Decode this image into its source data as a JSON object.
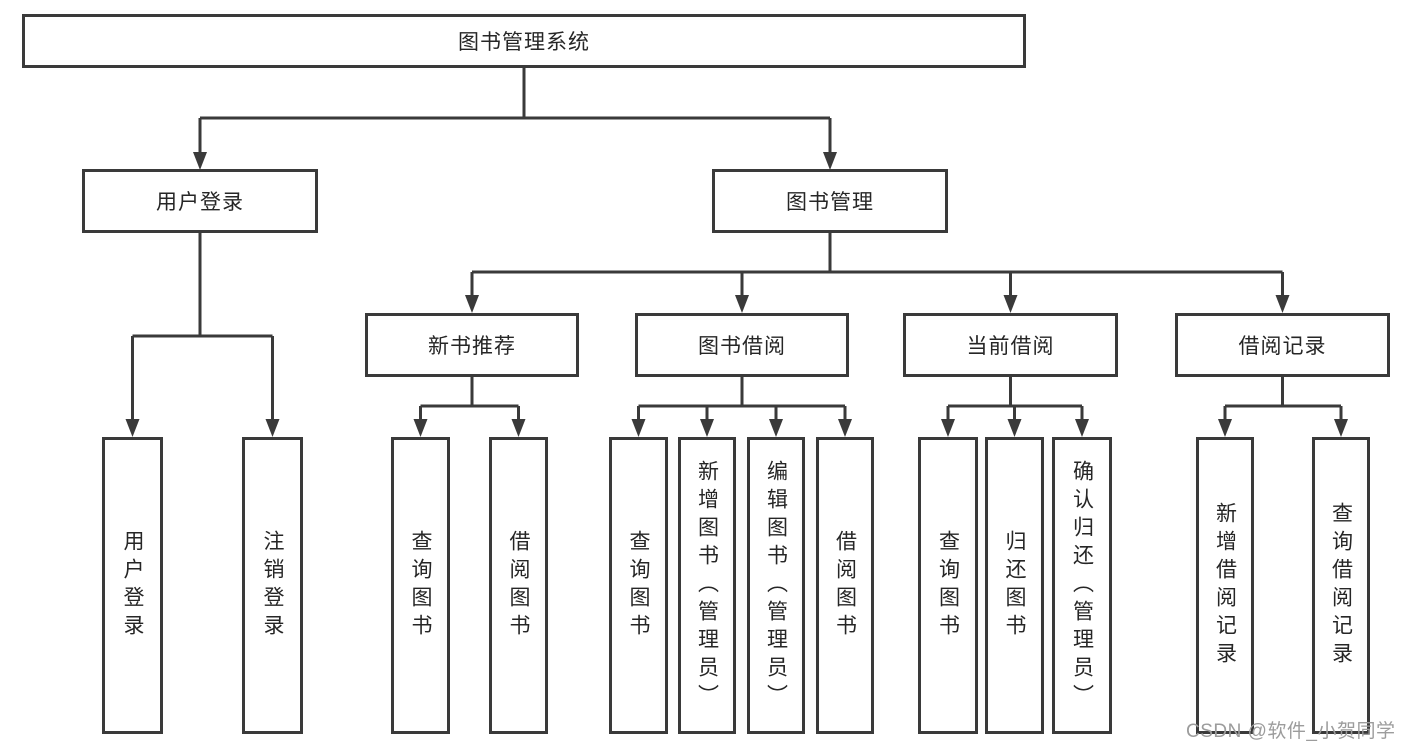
{
  "tree": {
    "root_label": "图书管理系统",
    "branches": [
      {
        "label": "用户登录",
        "children": [
          {
            "label": "用户登录"
          },
          {
            "label": "注销登录"
          }
        ]
      },
      {
        "label": "图书管理",
        "children": [
          {
            "label": "新书推荐",
            "children": [
              {
                "label": "查询图书"
              },
              {
                "label": "借阅图书"
              }
            ]
          },
          {
            "label": "图书借阅",
            "children": [
              {
                "label": "查询图书"
              },
              {
                "label": "新增图书（管理员）"
              },
              {
                "label": "编辑图书（管理员）"
              },
              {
                "label": "借阅图书"
              }
            ]
          },
          {
            "label": "当前借阅",
            "children": [
              {
                "label": "查询图书"
              },
              {
                "label": "归还图书"
              },
              {
                "label": "确认归还（管理员）"
              }
            ]
          },
          {
            "label": "借阅记录",
            "children": [
              {
                "label": "新增借阅记录"
              },
              {
                "label": "查询借阅记录"
              }
            ]
          }
        ]
      }
    ]
  },
  "watermark": {
    "text": "CSDN @软件_小贺同学"
  },
  "colors": {
    "stroke": "#3a3a3a",
    "text": "#262626",
    "wm": "#9c9c9c",
    "background": "#ffffff"
  }
}
